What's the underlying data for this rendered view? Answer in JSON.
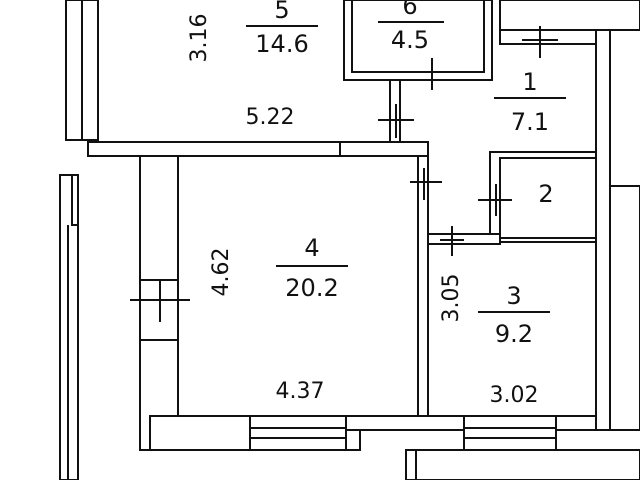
{
  "rooms": [
    {
      "id": "5",
      "area": "14.6"
    },
    {
      "id": "6",
      "area": "4.5"
    },
    {
      "id": "1",
      "area": "7.1"
    },
    {
      "id": "2",
      "area": ""
    },
    {
      "id": "4",
      "area": "20.2"
    },
    {
      "id": "3",
      "area": "9.2"
    }
  ],
  "dimensions": {
    "d316": "3.16",
    "d522": "5.22",
    "d462": "4.62",
    "d437": "4.37",
    "d305": "3.05",
    "d302": "3.02"
  },
  "colors": {
    "wall": "#111111",
    "background": "#ffffff"
  }
}
